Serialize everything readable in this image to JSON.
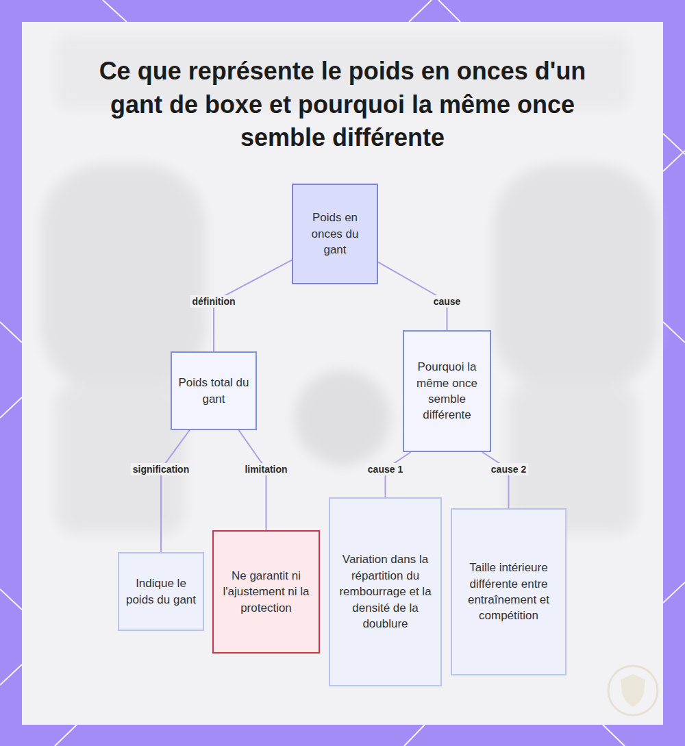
{
  "diagram": {
    "title": "Ce que représente le poids en onces d'un gant de boxe et pourquoi la même once semble différente",
    "nodes": [
      {
        "text": [
          "Poids en onces du gant"
        ]
      },
      {
        "text": [
          "Poids total du gant"
        ]
      },
      {
        "text": [
          "Pourquoi la même once semble différente"
        ]
      },
      {
        "text": [
          "Indique le poids du gant"
        ]
      },
      {
        "text": [
          "Ne garantit ni l'ajustement ni la protection"
        ]
      },
      {
        "text": [
          "Variation dans la répartition du rembourrage et la densité de la doublure"
        ]
      },
      {
        "text": [
          "Taille intérieure différente entre entraînement et compétition"
        ]
      }
    ],
    "edges": [
      {
        "from": 0,
        "to": 1,
        "label": "définition",
        "arrow": "none"
      },
      {
        "from": 0,
        "to": 2,
        "label": "cause",
        "arrow": "none"
      },
      {
        "from": 1,
        "to": 3,
        "label": "signification",
        "arrow": "none"
      },
      {
        "from": 1,
        "to": 4,
        "label": "limitation",
        "arrow": "none"
      },
      {
        "from": 2,
        "to": 5,
        "label": "cause 1",
        "arrow": "none"
      },
      {
        "from": 2,
        "to": 6,
        "label": "cause 2",
        "arrow": "none"
      }
    ]
  }
}
